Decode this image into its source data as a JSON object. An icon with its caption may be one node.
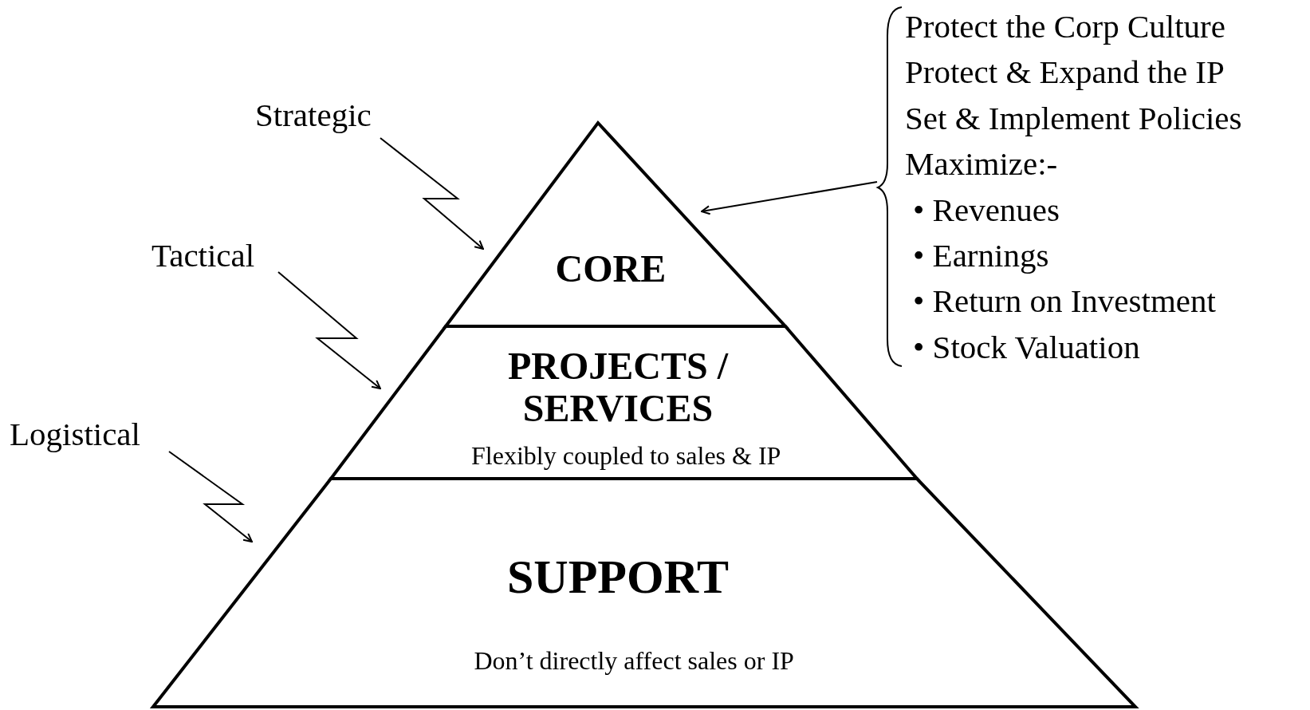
{
  "diagram": {
    "nodes": [
      {
        "text": [
          "Strategic"
        ]
      },
      {
        "text": [
          "Tactical"
        ]
      },
      {
        "text": [
          "Logistical"
        ]
      },
      {
        "text": [
          "CORE"
        ]
      },
      {
        "text": [
          "PROJECTS / SERVICES",
          "Flexibly coupled to sales & IP"
        ]
      },
      {
        "text": [
          "SUPPORT",
          "Don’t directly affect sales or IP"
        ]
      },
      {
        "text": [
          "Protect the Corp Culture",
          "Protect & Expand the IP",
          "Set & Implement Policies",
          "Maximize:-",
          "• Revenues",
          "• Earnings",
          "• Return on Investment",
          "• Stock Valuation"
        ]
      }
    ],
    "edges": [
      {
        "from": 0,
        "to": 3,
        "arrow": "to"
      },
      {
        "from": 1,
        "to": 4,
        "arrow": "to"
      },
      {
        "from": 2,
        "to": 5,
        "arrow": "to"
      },
      {
        "from": 6,
        "to": 3,
        "arrow": "to"
      }
    ]
  }
}
